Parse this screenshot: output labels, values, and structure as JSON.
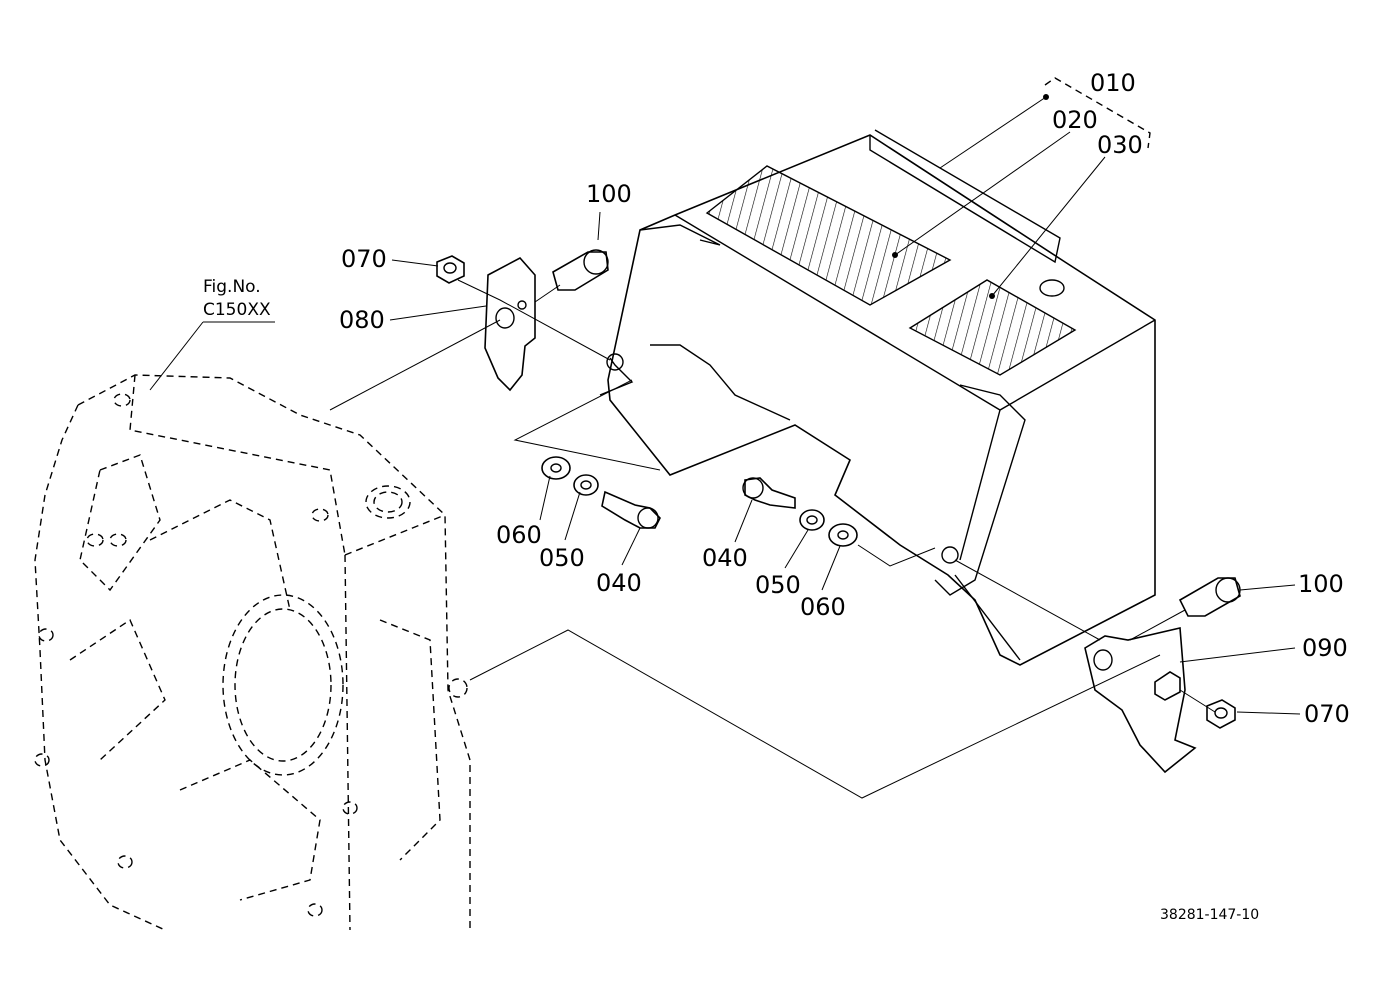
{
  "figure_reference": {
    "label": "Fig.No.",
    "code": "C150XX"
  },
  "callouts": {
    "p010": "010",
    "p020": "020",
    "p030": "030",
    "p100_top": "100",
    "p070_left": "070",
    "p080": "080",
    "p060_left": "060",
    "p050_left": "050",
    "p040_left": "040",
    "p040_right": "040",
    "p050_right": "050",
    "p060_right": "060",
    "p100_right": "100",
    "p090": "090",
    "p070_right": "070"
  },
  "drawing_number": "38281-147-10"
}
